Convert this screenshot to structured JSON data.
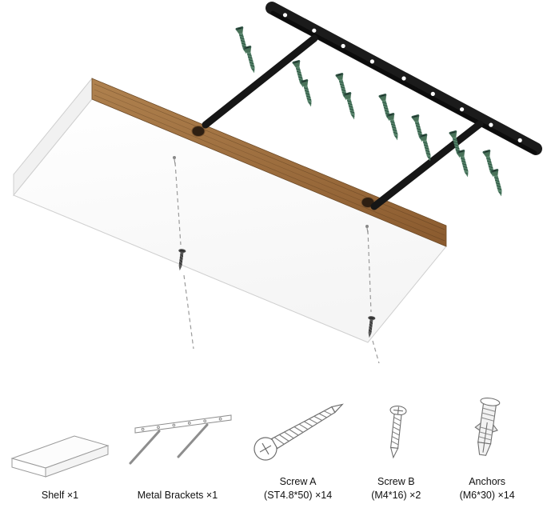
{
  "colors": {
    "background": "#ffffff",
    "shelf_face": "#ffffff",
    "shelf_wood_edge": "#a4713d",
    "shelf_wood_dark": "#8a5a2e",
    "bracket_black": "#1b1b1b",
    "screw_a_green": "#548268",
    "screw_b_dark": "#575757",
    "line_art_gray": "#707070",
    "dashed_guide": "#9b9b9b",
    "text": "#111111"
  },
  "exploded_view": {
    "components_shown": {
      "shelf_board": 1,
      "bracket_rail": 1,
      "bracket_rods": 2,
      "screw_a_floating": 14,
      "screw_b_with_guides": 2,
      "rail_holes": 9,
      "rod_holes_in_shelf": 2
    }
  },
  "parts_list": [
    {
      "icon": "shelf-icon",
      "line1": "Shelf ×1",
      "line2": ""
    },
    {
      "icon": "metal-brackets-icon",
      "line1": "Metal Brackets ×1",
      "line2": ""
    },
    {
      "icon": "screw-a-icon",
      "line1": "Screw A",
      "line2": "(ST4.8*50) ×14"
    },
    {
      "icon": "screw-b-icon",
      "line1": "Screw B",
      "line2": "(M4*16) ×2"
    },
    {
      "icon": "anchors-icon",
      "line1": "Anchors",
      "line2": "(M6*30) ×14"
    }
  ]
}
